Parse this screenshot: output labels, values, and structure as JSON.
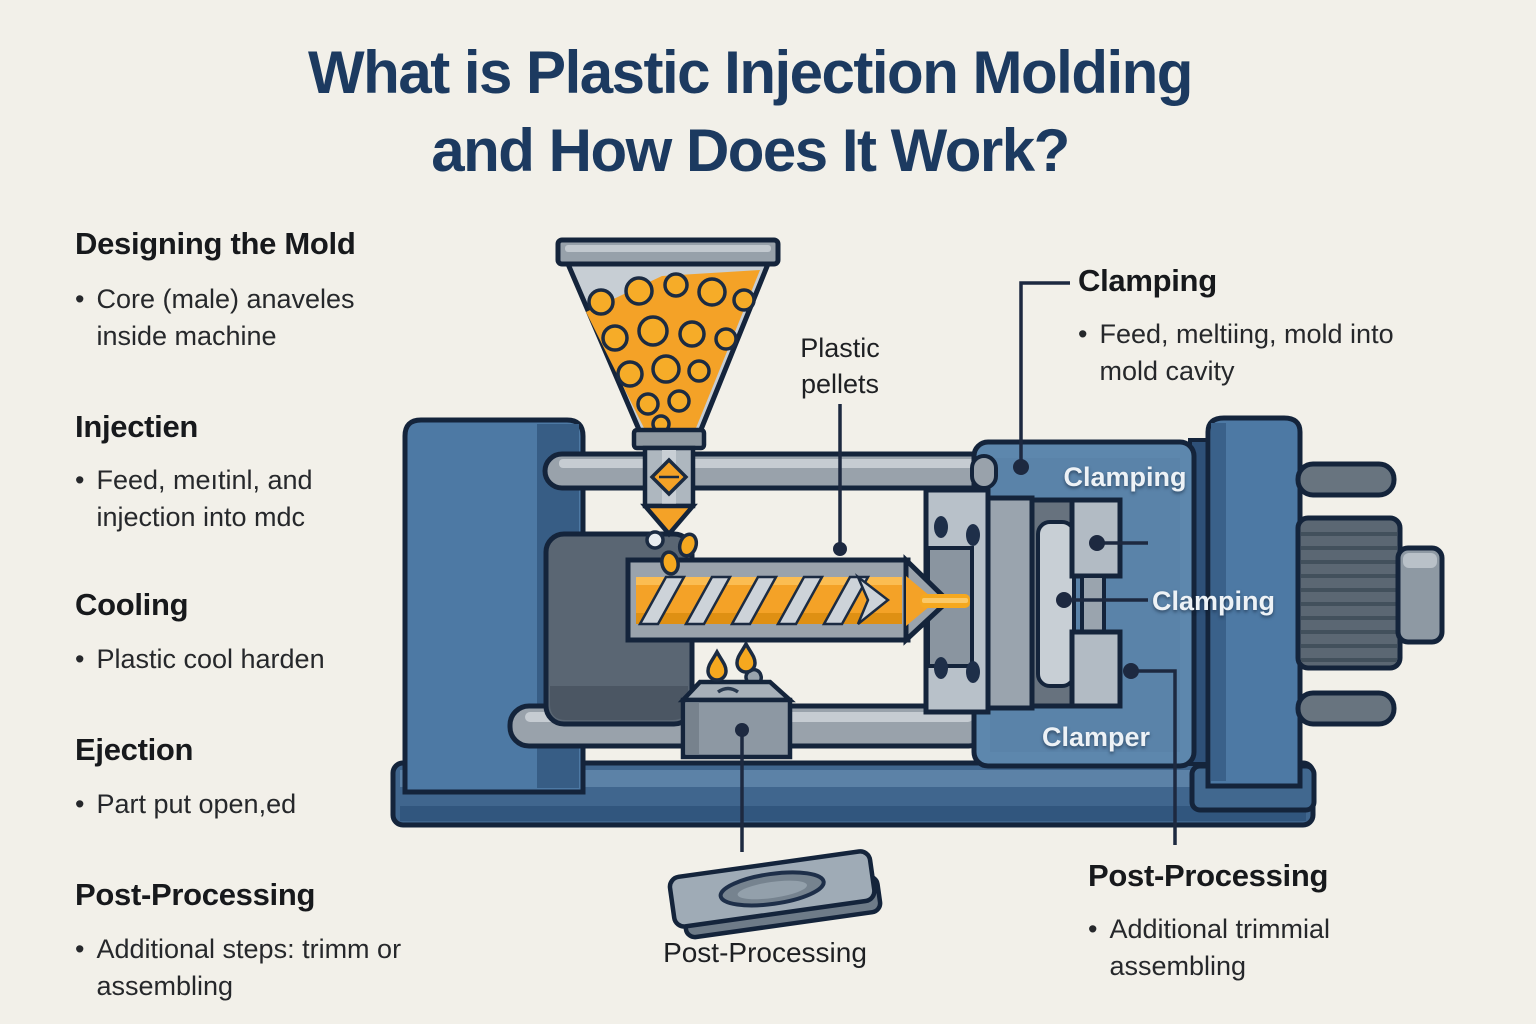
{
  "colors": {
    "background": "#F2F0E9",
    "title_navy": "#1C3A60",
    "machine_blue": "#4D79A4",
    "clamp_blue": "#5D87AD",
    "pellet_orange": "#F4A227",
    "outline_navy": "#14243B",
    "body_text": "#26282B"
  },
  "title": {
    "line1": "What is Plastic Injection Molding",
    "line2": "and How Does It Work?"
  },
  "steps_left": [
    {
      "heading": "Designing the Mold",
      "bullet": "Core (male) anaveles inside machine"
    },
    {
      "heading": "Injectien",
      "bullet": "Feed, meıtinl, and injection into mdc"
    },
    {
      "heading": "Cooling",
      "bullet": "Plastic cool harden"
    },
    {
      "heading": "Ejection",
      "bullet": "Part put open,ed"
    },
    {
      "heading": "Post-Processing",
      "bullet": "Additional steps:  trimm or assembling"
    }
  ],
  "steps_right": [
    {
      "heading": "Clamping",
      "bullet": "Feed, meltiing, mold into mold cavity"
    },
    {
      "heading": "Post-Processing",
      "bullet": "Additional trimmial assembling"
    }
  ],
  "machine_labels": {
    "clamping_top": "Clamping",
    "clamping_mid": "Clamping",
    "clamper": "Clamper"
  },
  "callouts": {
    "plastic_pellets": "Plastic pellets",
    "post_processing_part": "Post-Processing"
  }
}
